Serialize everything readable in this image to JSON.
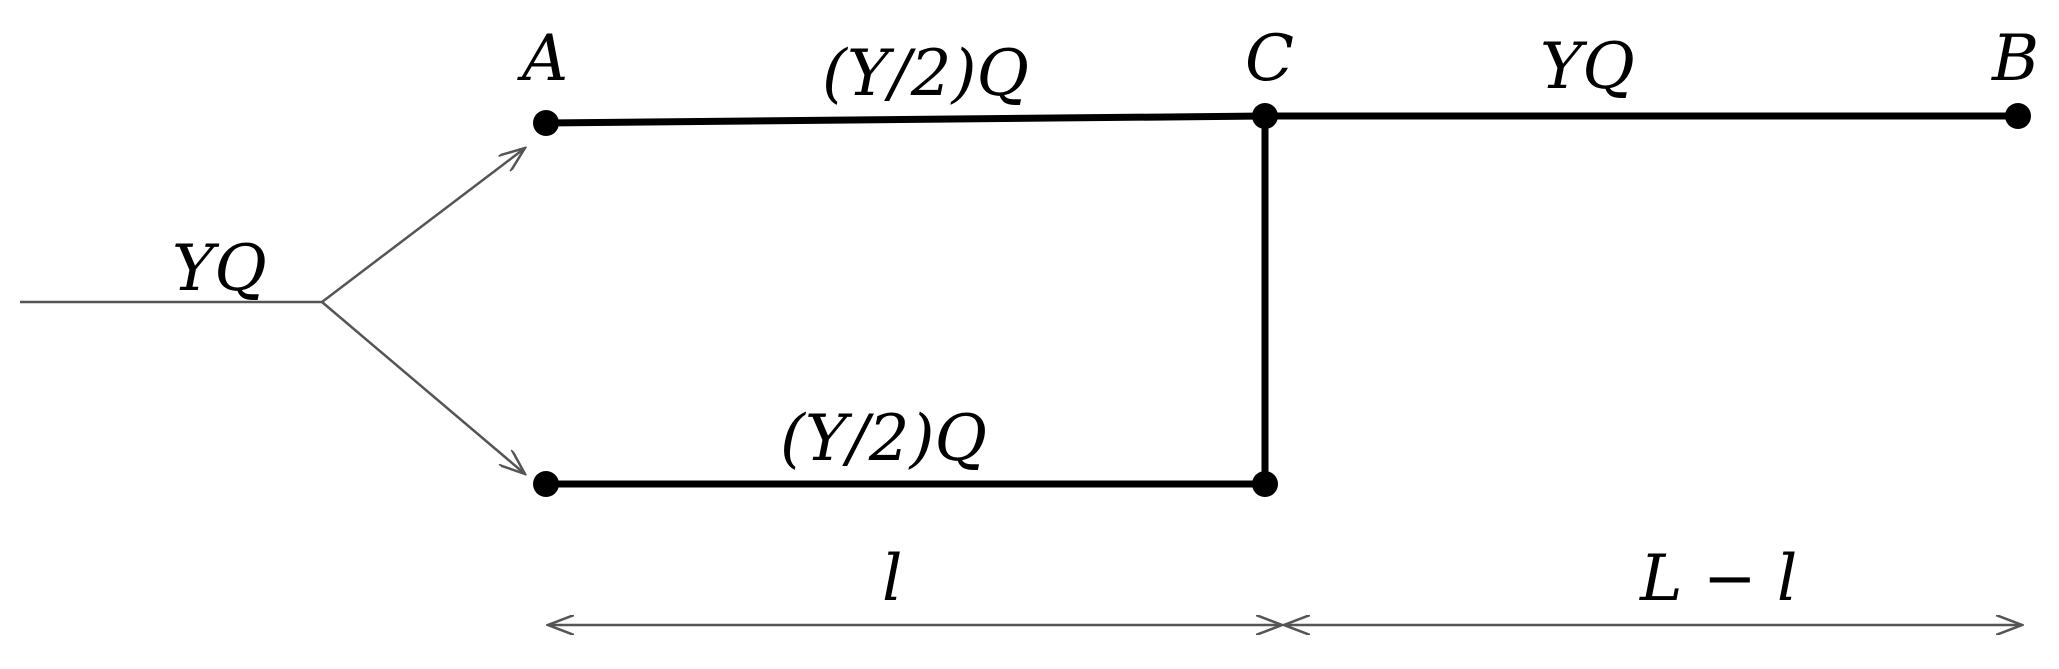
{
  "labels": {
    "A": "A",
    "B": "B",
    "C": "C",
    "inflow": "YQ",
    "upper_branch": "(Y/2)Q",
    "lower_branch": "(Y/2)Q",
    "cb_segment": "YQ",
    "length_left": "l",
    "length_right": "L − l"
  },
  "colors": {
    "line": "#000000",
    "arrow": "#555555",
    "background": "#ffffff"
  }
}
